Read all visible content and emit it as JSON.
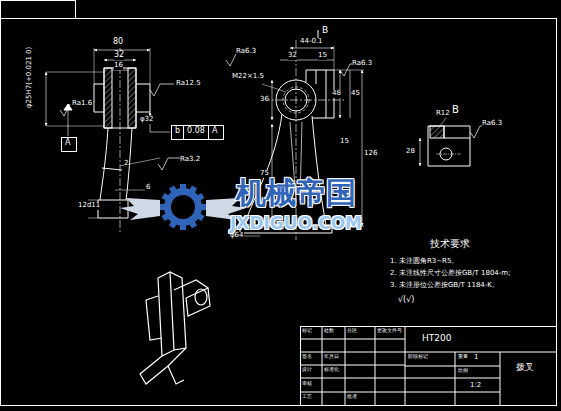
{
  "diagram": {
    "nodes": [
      {
        "text": [
          "A"
        ]
      },
      {
        "text": [
          "b",
          "0.08",
          "A"
        ]
      }
    ],
    "labels": [
      "80",
      "32",
      "16",
      "Ra12.5",
      "φ25H7(+0.021 0)",
      "Ra1.6",
      "φ32",
      "2",
      "Ra3.2",
      "6",
      "12d11",
      "Ra6.3",
      "44-0.1",
      "32",
      "15",
      "Ra6.3",
      "M22×1.5",
      "36",
      "48",
      "45",
      "75",
      "15",
      "126",
      "φ64",
      "B",
      "B",
      "R12",
      "Ra6.3",
      "28",
      "机械帝国",
      "JXDIGUO.COM",
      "技术要求",
      "1. 未注圆角R3~R5。",
      "2. 未注线性尺寸公差按GB/T 1804-m;",
      "3. 未注形位公差按GB/T 1184-K。",
      "√(√)",
      "HT200",
      "拨叉",
      "1",
      "1:2",
      "标记",
      "处数",
      "分区",
      "更改文件号",
      "签名",
      "年月日",
      "设计",
      "标准化",
      "审核",
      "工艺",
      "批准",
      "阶段标记",
      "重量",
      "比例"
    ]
  }
}
